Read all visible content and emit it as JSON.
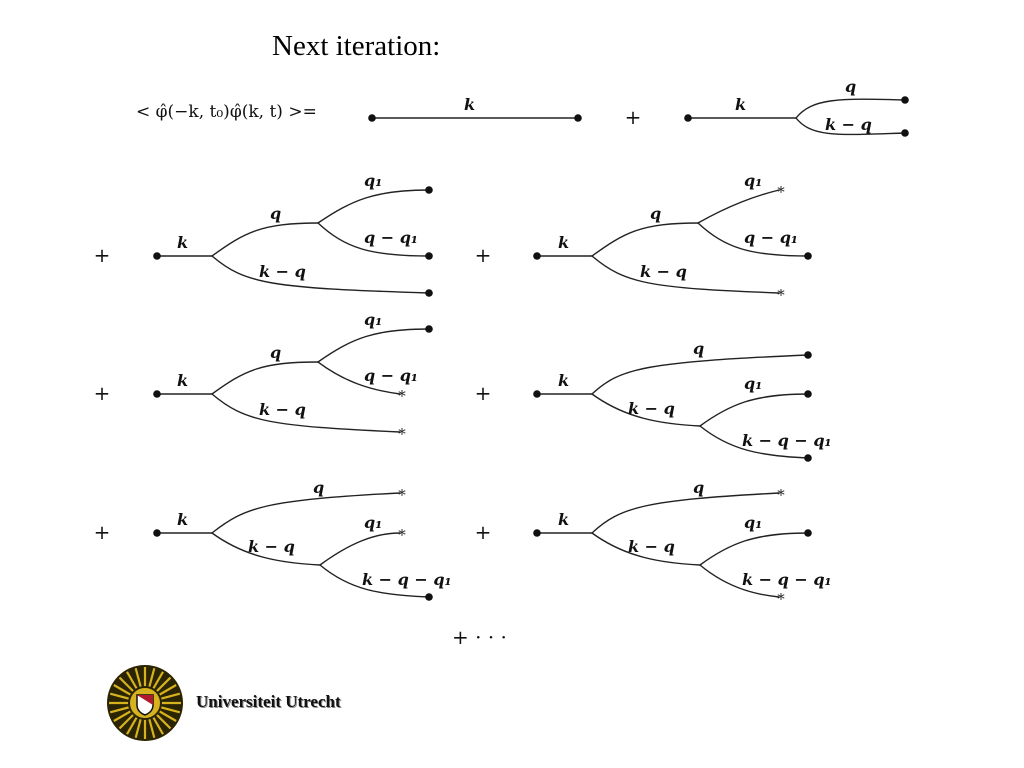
{
  "slide": {
    "title": "Next iteration:",
    "equation_lhs": "< φ̂(−k, t₀)φ̂(k, t) >=",
    "plus": "+",
    "continuation": "+ · · ·",
    "star": "*"
  },
  "labels": {
    "k": "k",
    "q": "q",
    "q1": "q₁",
    "k_minus_q": "k − q",
    "q_minus_q1": "q − q₁",
    "k_minus_q_minus_q1": "k − q − q₁"
  },
  "footer": {
    "university_name": "Universiteit Utrecht",
    "logo": "university-seal-icon"
  },
  "colors": {
    "line": "#222222",
    "seal_gold": "#d6b21f",
    "seal_dark": "#3a3000",
    "shield_red": "#b01a2a"
  }
}
